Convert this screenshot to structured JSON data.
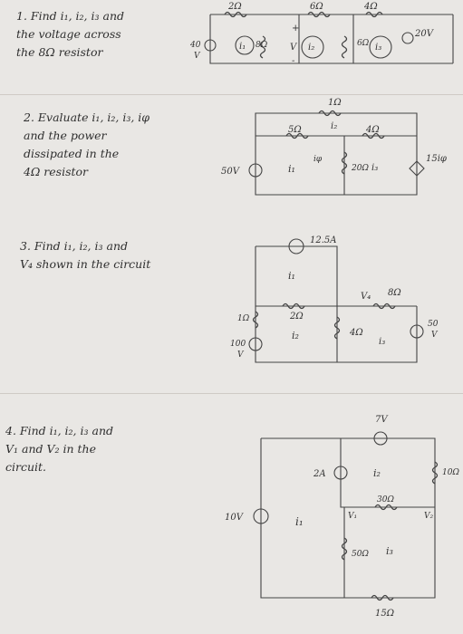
{
  "problems": [
    {
      "line1": "1. Find i₁, i₂, i₃ and",
      "line2": "the voltage across",
      "line3": "the 8Ω resistor",
      "labels": {
        "r2": "2Ω",
        "r6top": "6Ω",
        "r4": "4Ω",
        "v20": "20V",
        "v40": "40",
        "v40unit": "V",
        "r8": "8Ω",
        "vx": "V",
        "vplus": "+",
        "vminus": "-",
        "r6b": "6Ω",
        "i1": "i₁",
        "i2": "i₂",
        "i3": "i₃"
      }
    },
    {
      "line1": "2. Evaluate i₁, i₂, i₃, iφ",
      "line2": "and the power",
      "line3": "dissipated in the",
      "line4": "4Ω resistor",
      "labels": {
        "r1": "1Ω",
        "r5": "5Ω",
        "r4": "4Ω",
        "i2": "i₂",
        "v50": "50V",
        "i1": "i₁",
        "iphi": "iφ",
        "r20": "20Ω",
        "i3": "i₃",
        "dep": "15iφ"
      }
    },
    {
      "line1": "3. Find i₁, i₂, i₃ and",
      "line2": "V₄ shown in the circuit",
      "labels": {
        "a125": "12.5A",
        "i1": "i₁",
        "v4": "V₄",
        "r8": "8Ω",
        "r2": "2Ω",
        "r1": "1Ω",
        "i2": "i₂",
        "r4": "4Ω",
        "i3": "i₃",
        "v50": "50",
        "v50unit": "V",
        "v100": "100",
        "v100unit": "V"
      }
    },
    {
      "line1": "4. Find i₁, i₂, i₃ and",
      "line2": "V₁ and V₂ in the",
      "line3": "circuit.",
      "labels": {
        "v7": "7V",
        "a2": "2A",
        "i2": "i₂",
        "r10": "10Ω",
        "v10": "10V",
        "i1": "i₁",
        "vn1": "V₁",
        "r30": "30Ω",
        "vn2": "V₂",
        "r50": "50Ω",
        "i3": "i₃",
        "r15": "15Ω"
      }
    }
  ]
}
